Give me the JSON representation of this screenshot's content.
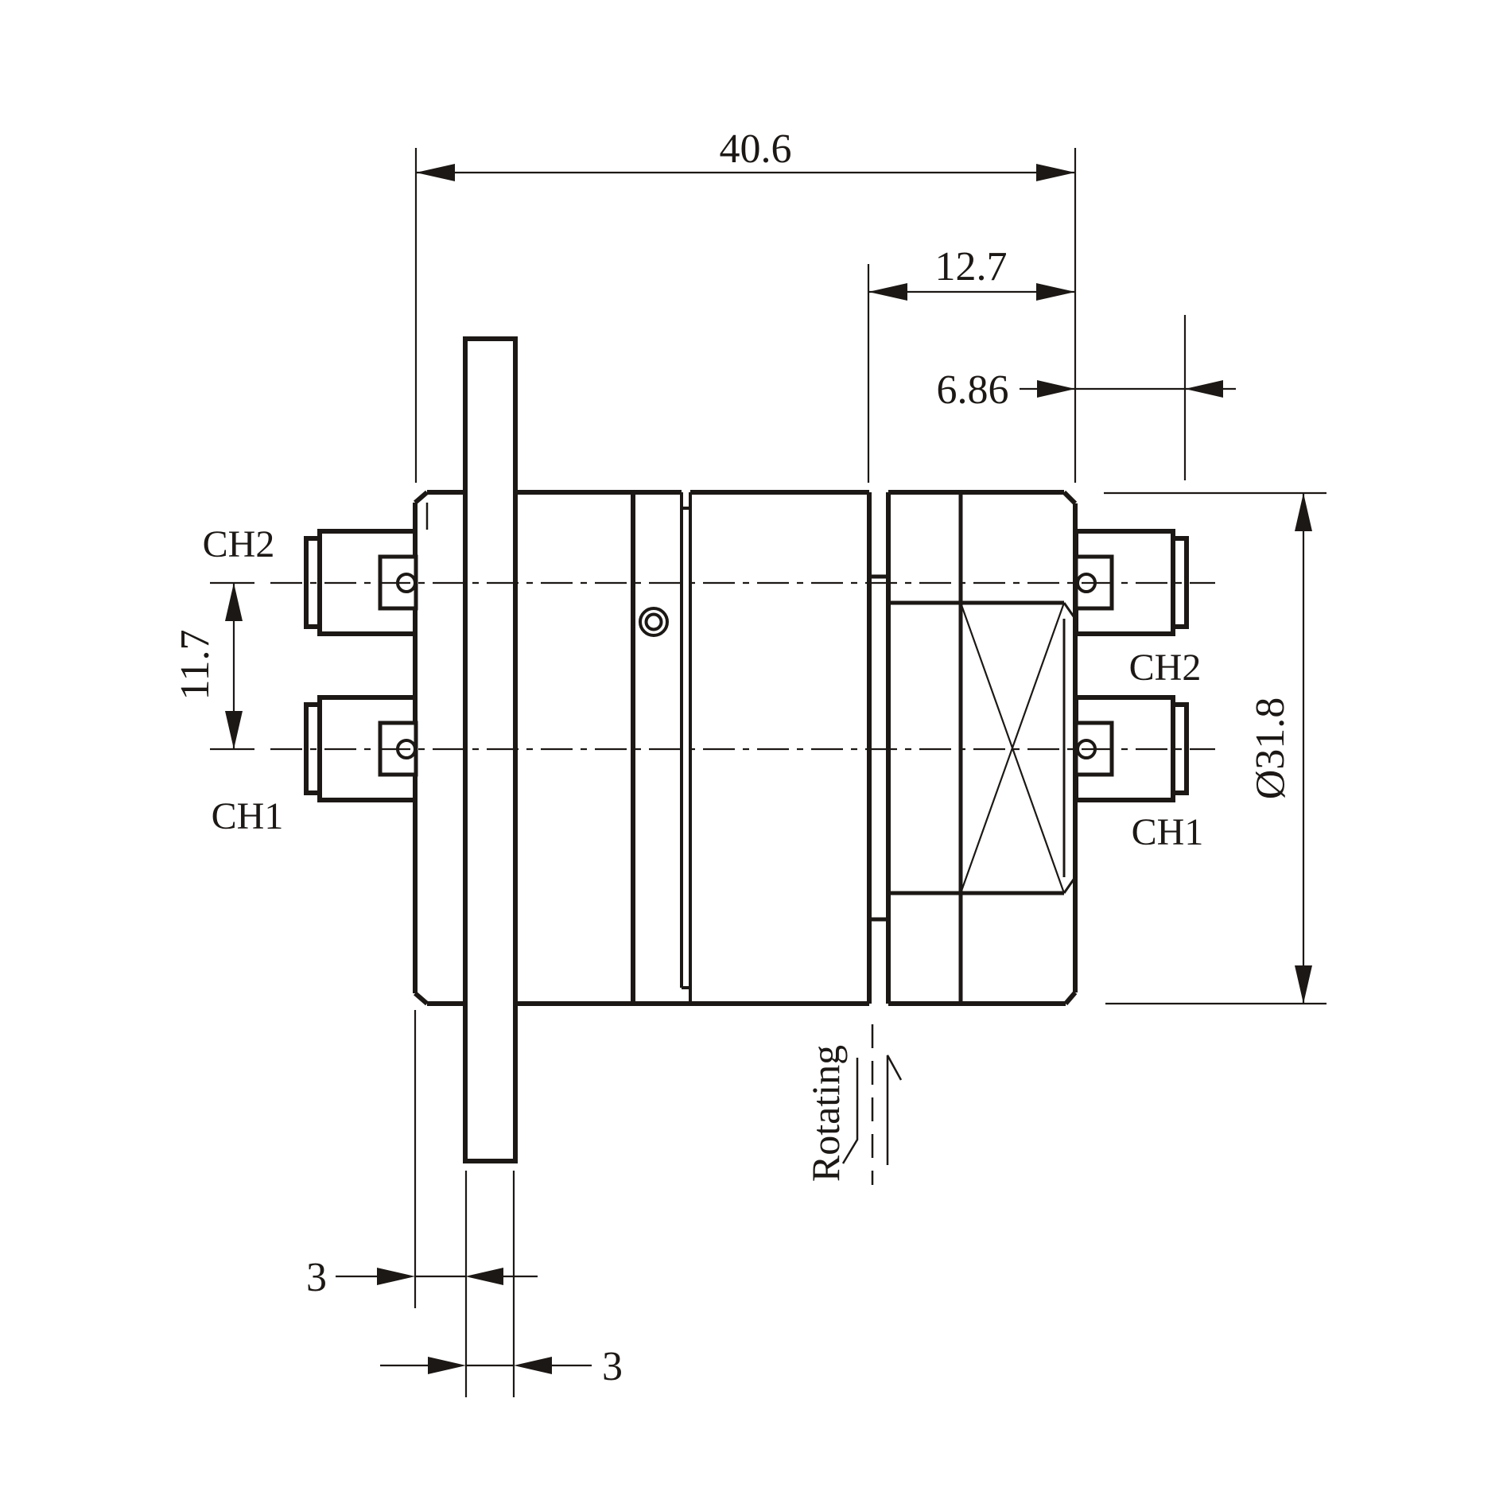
{
  "page": {
    "background": "#ffffff",
    "line_color": "#1c1815"
  },
  "drawing": {
    "type": "engineering-dimension-drawing",
    "dimensions": {
      "overall_length": "40.6",
      "right_section_length": "12.7",
      "connector_protrusion": "6.86",
      "channel_spacing": "11.7",
      "body_diameter": "Ø31.8",
      "flange_gap": "3",
      "flange_thickness": "3"
    },
    "labels": {
      "left_ch2": "CH2",
      "left_ch1": "CH1",
      "right_ch2": "CH2",
      "right_ch1": "CH1",
      "rotating": "Rotating"
    }
  }
}
